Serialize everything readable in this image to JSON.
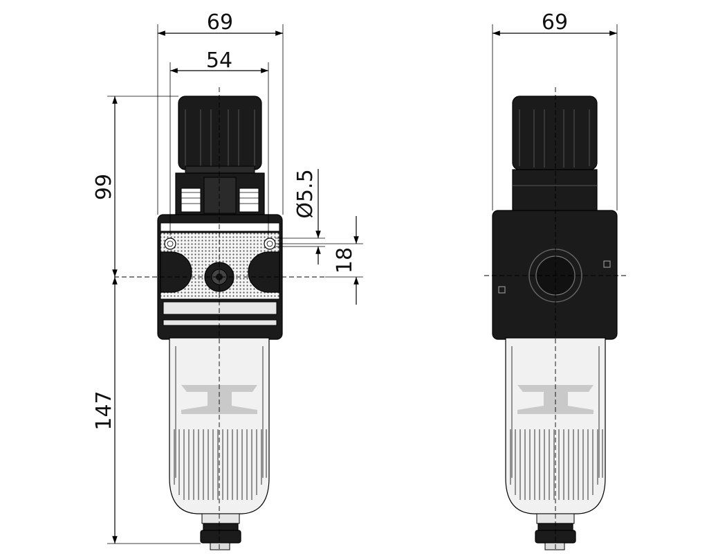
{
  "dimensions": {
    "front_overall_width": "69",
    "front_body_width": "54",
    "top_height": "99",
    "bottom_height": "147",
    "mount_hole_diameter": "Ø5.5",
    "mount_hole_spacing": "18",
    "side_overall_width": "69"
  },
  "colors": {
    "body": "#1b1b1b",
    "bowl": "#f1f1f1",
    "plate": "#e6e6e6",
    "line": "#000000"
  }
}
